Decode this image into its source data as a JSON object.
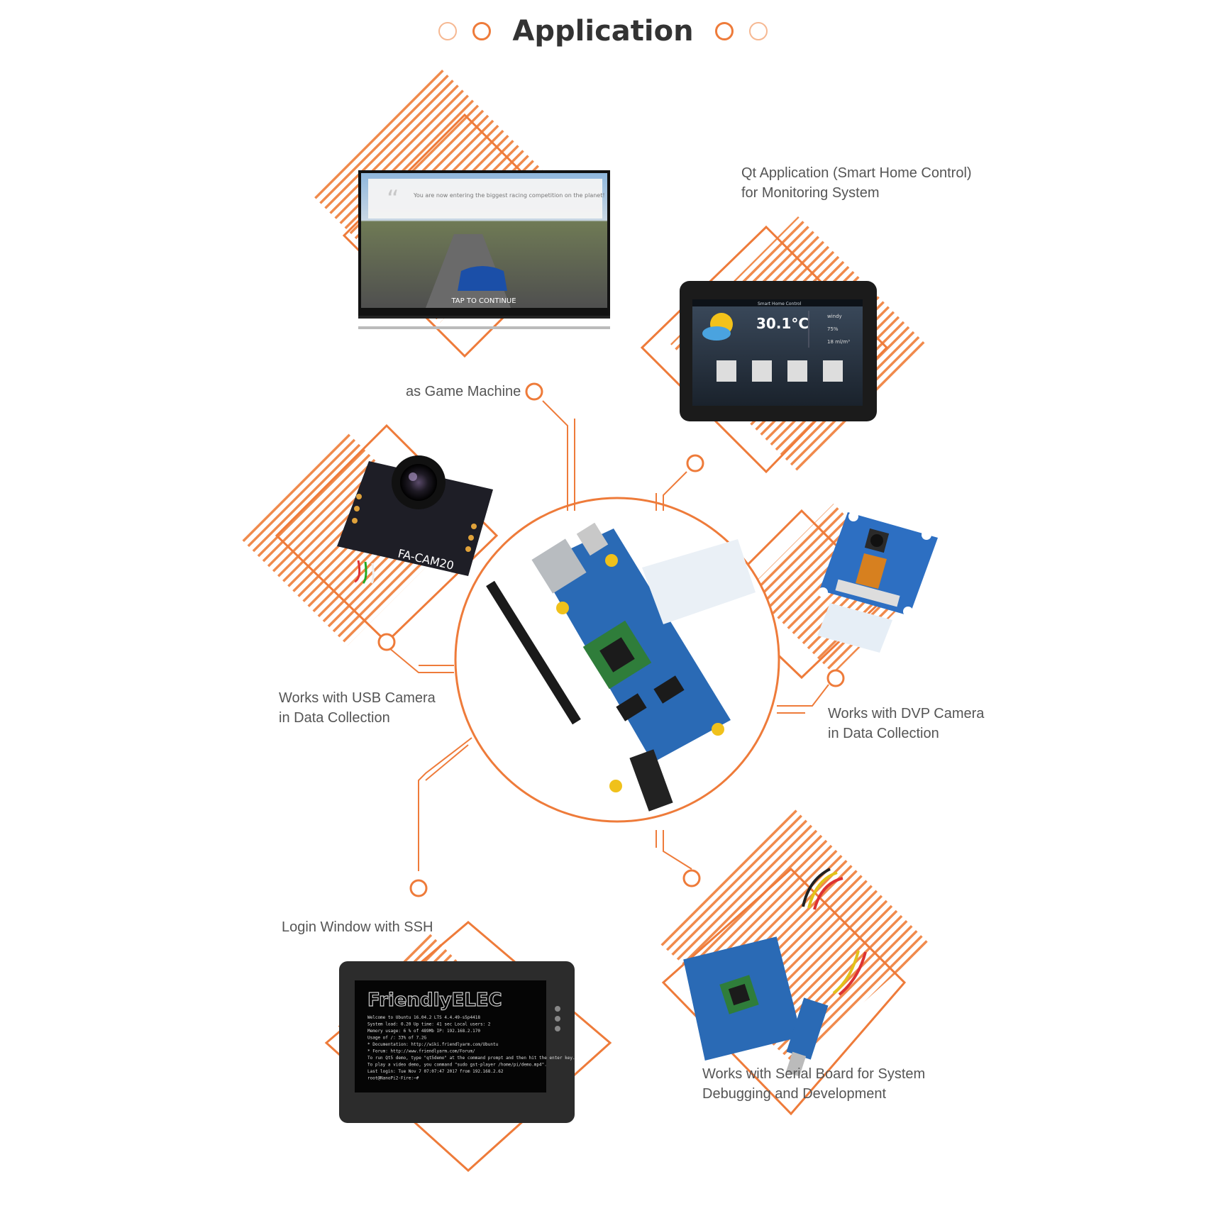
{
  "title": "Application",
  "labels": {
    "qt_app": "Qt Application (Smart Home Control)\nfor Monitoring System",
    "game": "as Game Machine",
    "usb_camera": "Works with USB Camera\nin Data Collection",
    "dvp_camera": "Works with DVP Camera\nin Data Collection",
    "ssh": "Login Window with SSH",
    "serial": "Works with Serial Board for System\nDebugging and Development"
  },
  "game_screen": {
    "quote": "You are now entering the biggest racing competition on the planet!",
    "tap": "TAP TO CONTINUE"
  },
  "smart_home": {
    "header": "Smart Home Control",
    "temperature": "30.1°C",
    "weather": "windy",
    "humidity": "75%",
    "air": "18 ml/m³"
  },
  "camera_board": {
    "silkscreen": "FA-CAM20"
  },
  "terminal": {
    "banner": "FriendlyELEC",
    "lines": [
      "Welcome to Ubuntu 16.04.2 LTS 4.4.49-s5p4418",
      "System load:  0.20        Up time:     41 sec      Local users:  2",
      "Memory usage: 6 % of 489Mb   IP:      192.168.2.170",
      "Usage of /:   33% of 7.2G",
      "* Documentation: http://wiki.friendlyarm.com/Ubuntu",
      "* Forum: http://www.friendlyarm.com/Forum/",
      "To run Qt5 demo, type \"qt5demo\" at the command prompt and then hit the enter key.",
      "To play a video demo, you command \"sudo gst-player /home/pi/demo.mp4\".",
      "Last login: Tue Nov  7 07:07:47 2017 from 192.168.2.62",
      "root@NanoPi2-Fire:~# "
    ]
  },
  "colors": {
    "accent": "#ee7b3a",
    "accent_light": "#f6b892",
    "board_blue": "#2a6ab5",
    "text": "#555555",
    "title": "#333333"
  }
}
